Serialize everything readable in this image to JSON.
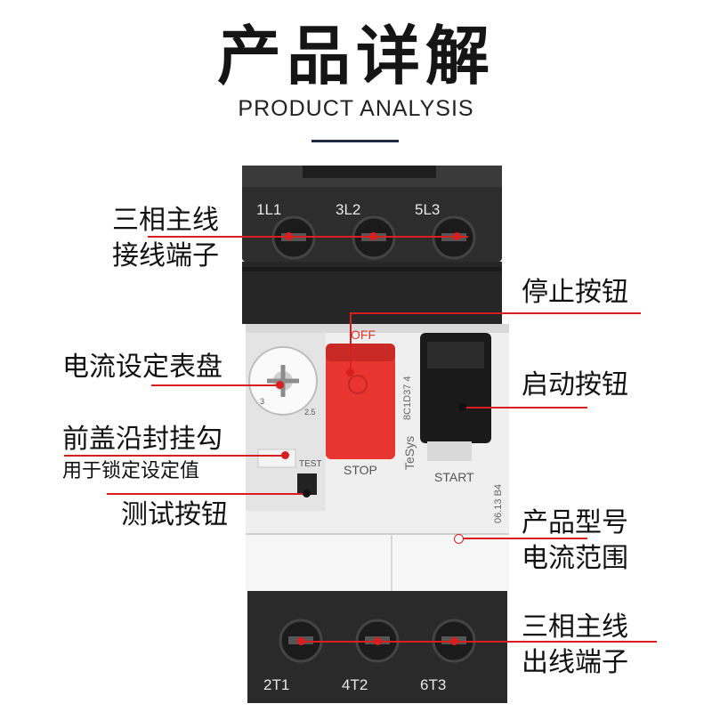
{
  "title": "产品详解",
  "subtitle": "PRODUCT ANALYSIS",
  "device": {
    "top_terminals": [
      "1L1",
      "3L2",
      "5L3"
    ],
    "bottom_terminals": [
      "2T1",
      "4T2",
      "6T3"
    ],
    "off_label": "OFF",
    "stop_label": "STOP",
    "start_label": "START",
    "test_label": "TEST",
    "brand": "TeSys",
    "code1": "8C1D37 4",
    "code2": "06.13 B4",
    "dial_marks": [
      "3",
      "2.5"
    ]
  },
  "labels": {
    "input_terminal_1": "三相主线",
    "input_terminal_2": "接线端子",
    "stop_button": "停止按钮",
    "dial": "电流设定表盘",
    "start_button": "启动按钮",
    "seal_hook_1": "前盖沿封挂勾",
    "seal_hook_2": "用于锁定设定值",
    "test_button": "测试按钮",
    "model_1": "产品型号",
    "model_2": "电流范围",
    "output_terminal_1": "三相主线",
    "output_terminal_2": "出线端子"
  },
  "colors": {
    "accent_line": "#d81e1e",
    "stop_red": "#e8352f",
    "rule_navy": "#1f2a44"
  }
}
